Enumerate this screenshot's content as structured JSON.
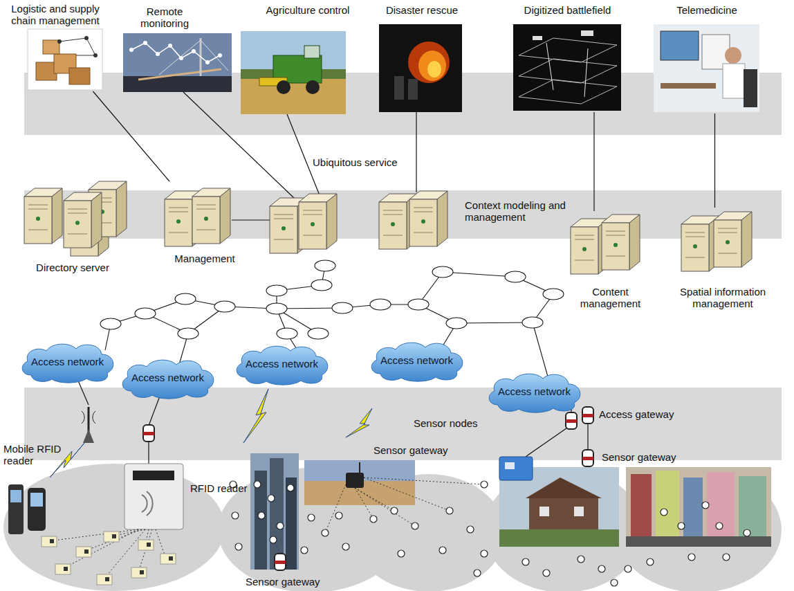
{
  "diagram": {
    "nodes": [
      {
        "text": [
          "Logistic and supply chain management"
        ]
      },
      {
        "text": [
          "Remote monitoring"
        ]
      },
      {
        "text": [
          "Agriculture control"
        ]
      },
      {
        "text": [
          "Disaster rescue"
        ]
      },
      {
        "text": [
          "Digitized battlefield"
        ]
      },
      {
        "text": [
          "Telemedicine"
        ]
      },
      {
        "text": [
          "Directory server"
        ]
      },
      {
        "text": [
          "Management"
        ]
      },
      {
        "text": [
          "Content management"
        ]
      },
      {
        "text": [
          "Spatial information management"
        ]
      },
      {
        "text": [
          "Access network"
        ]
      },
      {
        "text": [
          "Access network"
        ]
      },
      {
        "text": [
          "Access network"
        ]
      },
      {
        "text": [
          "Access network"
        ]
      },
      {
        "text": [
          "Access network"
        ]
      }
    ],
    "edges": [
      {
        "from": 0,
        "to": 7,
        "arrow": "none"
      },
      {
        "from": 4,
        "to": 8,
        "arrow": "none"
      },
      {
        "from": 5,
        "to": 9,
        "arrow": "none"
      }
    ],
    "labels": [
      "Ubiquitous service",
      "Context modeling and management",
      "Access gateway",
      "Mobile RFID reader",
      "RFID reader",
      "Sensor gateway",
      "Sensor nodes",
      "Sensor gateway",
      "Sensor gateway"
    ]
  }
}
